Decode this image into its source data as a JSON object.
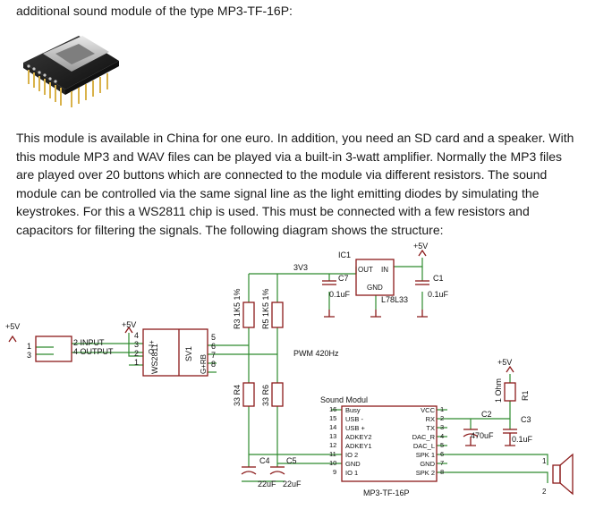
{
  "doc": {
    "intro": "additional sound module of the type MP3-TF-16P:",
    "paragraph": "This module is available in China for one euro. In addition, you need an SD card and a speaker. With this module MP3 and WAV files can be played via a built-in 3-watt amplifier. Normally the MP3 files are played over 20 buttons which are connected to the module via different resistors. The sound module can be controlled via the same signal line as the light emitting diodes by simulating the keystrokes. For this a WS2811 chip is used. This must be connected with a few resistors and capacitors for filtering the signals. The following diagram shows the structure:"
  },
  "schematic": {
    "power_left_1": "+5V",
    "power_left_2": "+5V",
    "power_top": "+5V",
    "power_right": "+5V",
    "net_3v3": "3V3",
    "pwm": "PWM 420Hz",
    "in_label": "2  INPUT",
    "out_label": "4  OUTPUT",
    "ws_part": "WS2811",
    "sv_part": "SV1",
    "ws_pins_left": [
      "4",
      "3",
      "2",
      "1"
    ],
    "ws_pins_right": [
      "5",
      "6",
      "7",
      "8"
    ],
    "ws_signals": "G+RB",
    "ws_left_signals": "O-I+",
    "conn_pins": [
      "1",
      "3"
    ],
    "r3": "R3  1K5 1%",
    "r5": "R5  1K5 1%",
    "r4": "33  R4",
    "r6": "33  R6",
    "c7": "C7",
    "c7_val": "0.1uF",
    "ic1": "IC1",
    "ic1_out": "OUT",
    "ic1_in": "IN",
    "ic1_gnd": "GND",
    "ic1_part": "L78L33",
    "c1": "C1",
    "c1_val": "0.1uF",
    "c4": "C4",
    "c5": "C5",
    "c4_val": "22uF",
    "c5_val": "22uF",
    "module_title": "Sound Modul",
    "module_part": "MP3-TF-16P",
    "module_left_pins": [
      "16",
      "15",
      "14",
      "13",
      "12",
      "11",
      "10",
      "9"
    ],
    "module_left_names": [
      "Busy",
      "USB -",
      "USB +",
      "ADKEY2",
      "ADKEY1",
      "IO 2",
      "GND",
      "IO 1"
    ],
    "module_right_pins": [
      "1",
      "2",
      "3",
      "4",
      "5",
      "6",
      "7",
      "8"
    ],
    "module_right_names": [
      "VCC",
      "RX",
      "TX",
      "DAC_R",
      "DAC_L",
      "SPK 1",
      "GND",
      "SPK 2"
    ],
    "r1": "R1",
    "r1_val": "1 Ohm",
    "c2": "C2",
    "c2_val": "470uF",
    "c3": "C3",
    "c3_val": "0.1uF",
    "spk_pins": [
      "1",
      "2"
    ]
  }
}
